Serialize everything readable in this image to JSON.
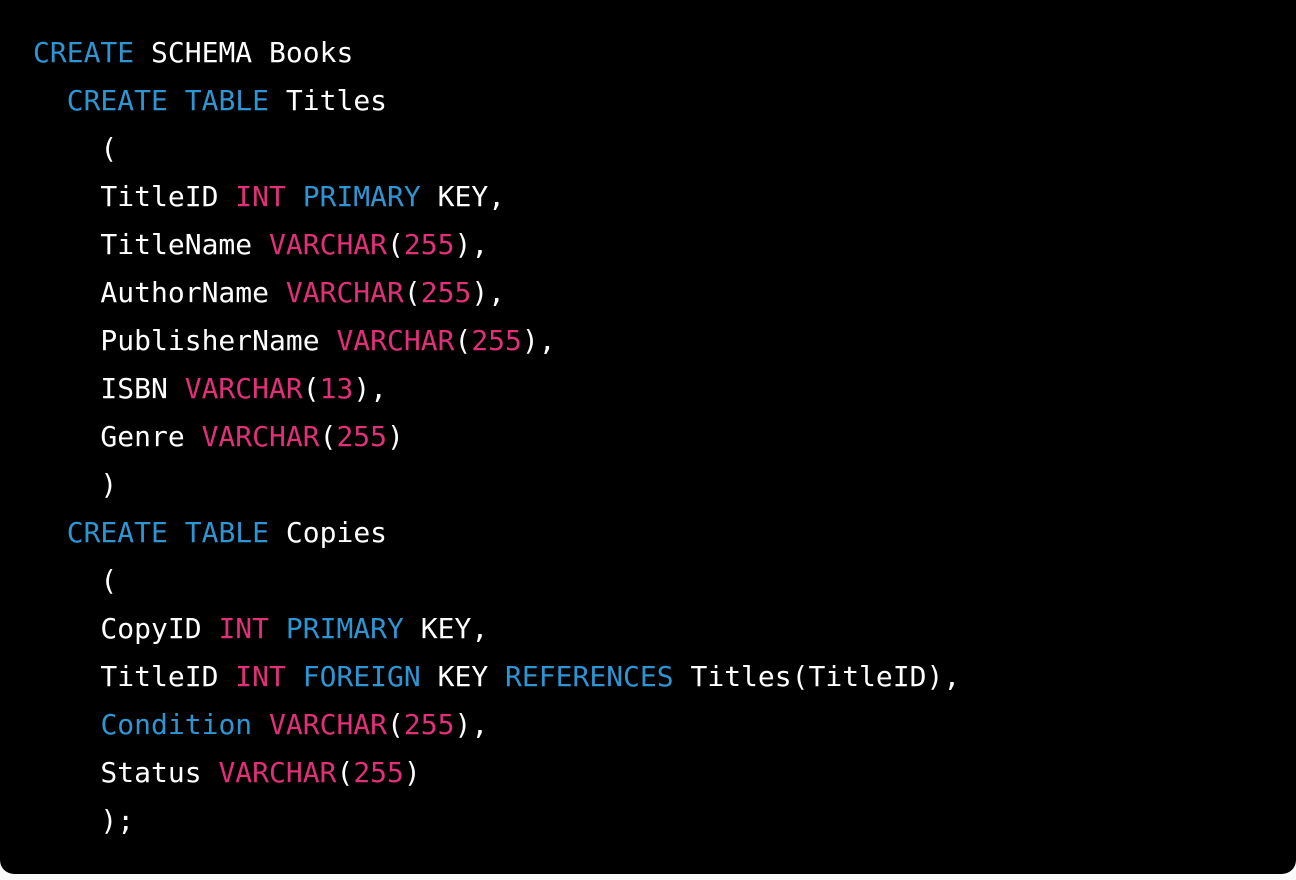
{
  "page": {
    "background_color": "#fafafa"
  },
  "code_block": {
    "language": "sql",
    "colors": {
      "background": "#000000",
      "plain": "#ffffff",
      "keyword": "#2e95d3",
      "literal": "#df3079"
    },
    "lines": [
      {
        "tokens": [
          {
            "text": "CREATE",
            "type": "keyword"
          },
          {
            "text": " SCHEMA Books",
            "type": "plain"
          }
        ]
      },
      {
        "tokens": [
          {
            "text": "  ",
            "type": "plain"
          },
          {
            "text": "CREATE",
            "type": "keyword"
          },
          {
            "text": " ",
            "type": "plain"
          },
          {
            "text": "TABLE",
            "type": "keyword"
          },
          {
            "text": " Titles",
            "type": "plain"
          }
        ]
      },
      {
        "tokens": [
          {
            "text": "    (",
            "type": "plain"
          }
        ]
      },
      {
        "tokens": [
          {
            "text": "    TitleID ",
            "type": "plain"
          },
          {
            "text": "INT",
            "type": "literal"
          },
          {
            "text": " ",
            "type": "plain"
          },
          {
            "text": "PRIMARY",
            "type": "keyword"
          },
          {
            "text": " KEY,",
            "type": "plain"
          }
        ]
      },
      {
        "tokens": [
          {
            "text": "    TitleName ",
            "type": "plain"
          },
          {
            "text": "VARCHAR",
            "type": "literal"
          },
          {
            "text": "(",
            "type": "plain"
          },
          {
            "text": "255",
            "type": "literal"
          },
          {
            "text": "),",
            "type": "plain"
          }
        ]
      },
      {
        "tokens": [
          {
            "text": "    AuthorName ",
            "type": "plain"
          },
          {
            "text": "VARCHAR",
            "type": "literal"
          },
          {
            "text": "(",
            "type": "plain"
          },
          {
            "text": "255",
            "type": "literal"
          },
          {
            "text": "),",
            "type": "plain"
          }
        ]
      },
      {
        "tokens": [
          {
            "text": "    PublisherName ",
            "type": "plain"
          },
          {
            "text": "VARCHAR",
            "type": "literal"
          },
          {
            "text": "(",
            "type": "plain"
          },
          {
            "text": "255",
            "type": "literal"
          },
          {
            "text": "),",
            "type": "plain"
          }
        ]
      },
      {
        "tokens": [
          {
            "text": "    ISBN ",
            "type": "plain"
          },
          {
            "text": "VARCHAR",
            "type": "literal"
          },
          {
            "text": "(",
            "type": "plain"
          },
          {
            "text": "13",
            "type": "literal"
          },
          {
            "text": "),",
            "type": "plain"
          }
        ]
      },
      {
        "tokens": [
          {
            "text": "    Genre ",
            "type": "plain"
          },
          {
            "text": "VARCHAR",
            "type": "literal"
          },
          {
            "text": "(",
            "type": "plain"
          },
          {
            "text": "255",
            "type": "literal"
          },
          {
            "text": ")",
            "type": "plain"
          }
        ]
      },
      {
        "tokens": [
          {
            "text": "    )",
            "type": "plain"
          }
        ]
      },
      {
        "tokens": [
          {
            "text": "  ",
            "type": "plain"
          },
          {
            "text": "CREATE",
            "type": "keyword"
          },
          {
            "text": " ",
            "type": "plain"
          },
          {
            "text": "TABLE",
            "type": "keyword"
          },
          {
            "text": " Copies",
            "type": "plain"
          }
        ]
      },
      {
        "tokens": [
          {
            "text": "    (",
            "type": "plain"
          }
        ]
      },
      {
        "tokens": [
          {
            "text": "    CopyID ",
            "type": "plain"
          },
          {
            "text": "INT",
            "type": "literal"
          },
          {
            "text": " ",
            "type": "plain"
          },
          {
            "text": "PRIMARY",
            "type": "keyword"
          },
          {
            "text": " KEY,",
            "type": "plain"
          }
        ]
      },
      {
        "tokens": [
          {
            "text": "    TitleID ",
            "type": "plain"
          },
          {
            "text": "INT",
            "type": "literal"
          },
          {
            "text": " ",
            "type": "plain"
          },
          {
            "text": "FOREIGN",
            "type": "keyword"
          },
          {
            "text": " KEY ",
            "type": "plain"
          },
          {
            "text": "REFERENCES",
            "type": "keyword"
          },
          {
            "text": " Titles(TitleID),",
            "type": "plain"
          }
        ]
      },
      {
        "tokens": [
          {
            "text": "    ",
            "type": "plain"
          },
          {
            "text": "Condition",
            "type": "keyword"
          },
          {
            "text": " ",
            "type": "plain"
          },
          {
            "text": "VARCHAR",
            "type": "literal"
          },
          {
            "text": "(",
            "type": "plain"
          },
          {
            "text": "255",
            "type": "literal"
          },
          {
            "text": "),",
            "type": "plain"
          }
        ]
      },
      {
        "tokens": [
          {
            "text": "    Status ",
            "type": "plain"
          },
          {
            "text": "VARCHAR",
            "type": "literal"
          },
          {
            "text": "(",
            "type": "plain"
          },
          {
            "text": "255",
            "type": "literal"
          },
          {
            "text": ")",
            "type": "plain"
          }
        ]
      },
      {
        "tokens": [
          {
            "text": "    );",
            "type": "plain"
          }
        ]
      }
    ]
  }
}
